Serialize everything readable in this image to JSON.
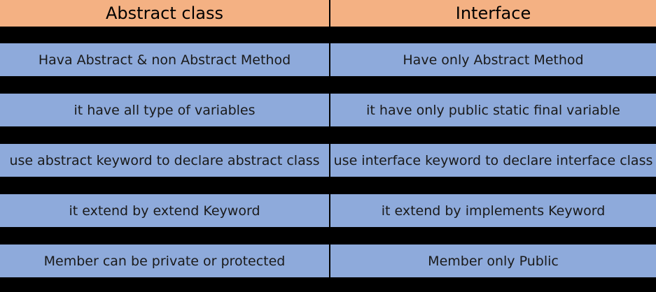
{
  "header": {
    "left": "Abstract class",
    "right": "Interface"
  },
  "rows": [
    {
      "left": "Hava Abstract & non Abstract Method",
      "right": "Have only Abstract Method"
    },
    {
      "left": "it have all type of variables",
      "right": "it have only public static final variable"
    },
    {
      "left": "use abstract keyword to declare abstract class",
      "right": "use interface keyword to declare interface class"
    },
    {
      "left": "it extend by extend Keyword",
      "right": "it extend by implements Keyword"
    },
    {
      "left": "Member can be private or protected",
      "right": "Member only Public"
    }
  ],
  "colors": {
    "header_bg": "#f4b183",
    "row_bg": "#8eaadb",
    "separator": "#000000"
  }
}
